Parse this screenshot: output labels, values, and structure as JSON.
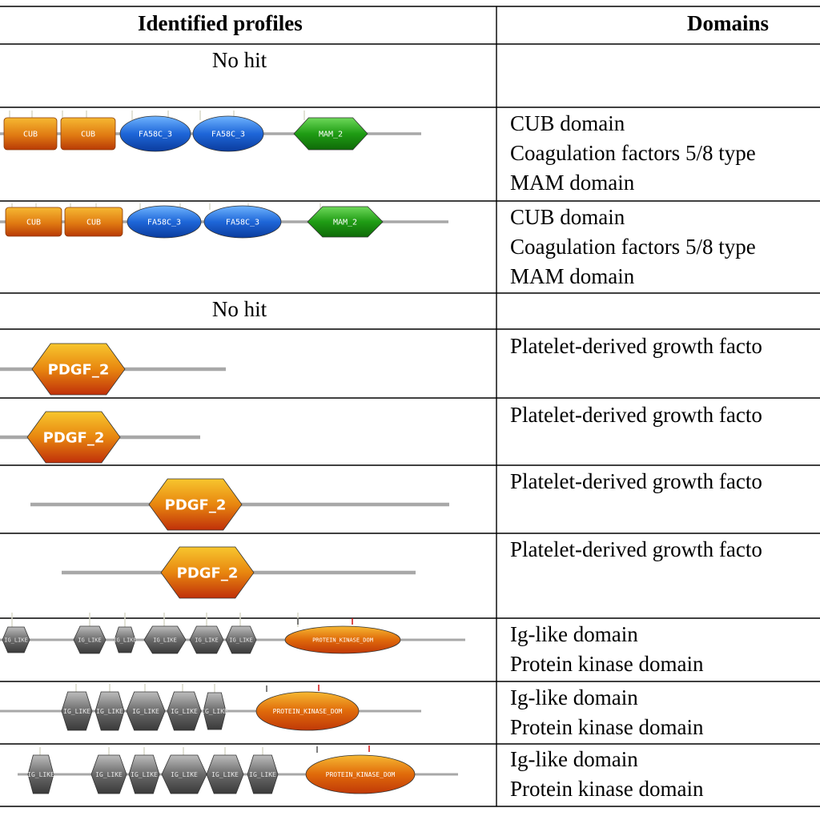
{
  "table": {
    "headers": {
      "profiles": "Identified profiles",
      "domains": "Domains"
    },
    "rows": [
      {
        "profile_text": "No hit",
        "domains": []
      },
      {
        "domains": [
          "CUB domain",
          "Coagulation factors 5/8 type",
          "MAM domain"
        ]
      },
      {
        "domains": [
          "CUB domain",
          "Coagulation factors 5/8 type",
          "MAM domain"
        ]
      },
      {
        "profile_text": "No hit",
        "domains": []
      },
      {
        "domains": [
          "Platelet-derived growth facto"
        ]
      },
      {
        "domains": [
          "Platelet-derived growth facto"
        ]
      },
      {
        "domains": [
          "Platelet-derived growth facto"
        ]
      },
      {
        "domains": [
          "Platelet-derived growth facto"
        ]
      },
      {
        "domains": [
          "Ig-like domain",
          "Protein kinase domain"
        ]
      },
      {
        "domains": [
          "Ig-like domain",
          "Protein kinase domain"
        ]
      },
      {
        "domains": [
          "Ig-like domain",
          "Protein kinase domain"
        ]
      }
    ]
  },
  "domain_labels": {
    "cub": "CUB",
    "fa58c": "FA58C_3",
    "mam": "MAM_2",
    "pdgf": "PDGF_2",
    "ig": "IG_LIKE",
    "kinase": "PROTEIN_KINASE_DOM"
  },
  "colors": {
    "cub_fill": "#e07a12",
    "fa58c_fill": "#1e66d8",
    "mam_fill": "#1f9c14",
    "pdgf_fill": "#dc5a0a",
    "ig_fill": "#6a6a6a",
    "kinase_fill": "#e06a0a",
    "backbone": "#a8a8a8",
    "grid": "#000000"
  }
}
